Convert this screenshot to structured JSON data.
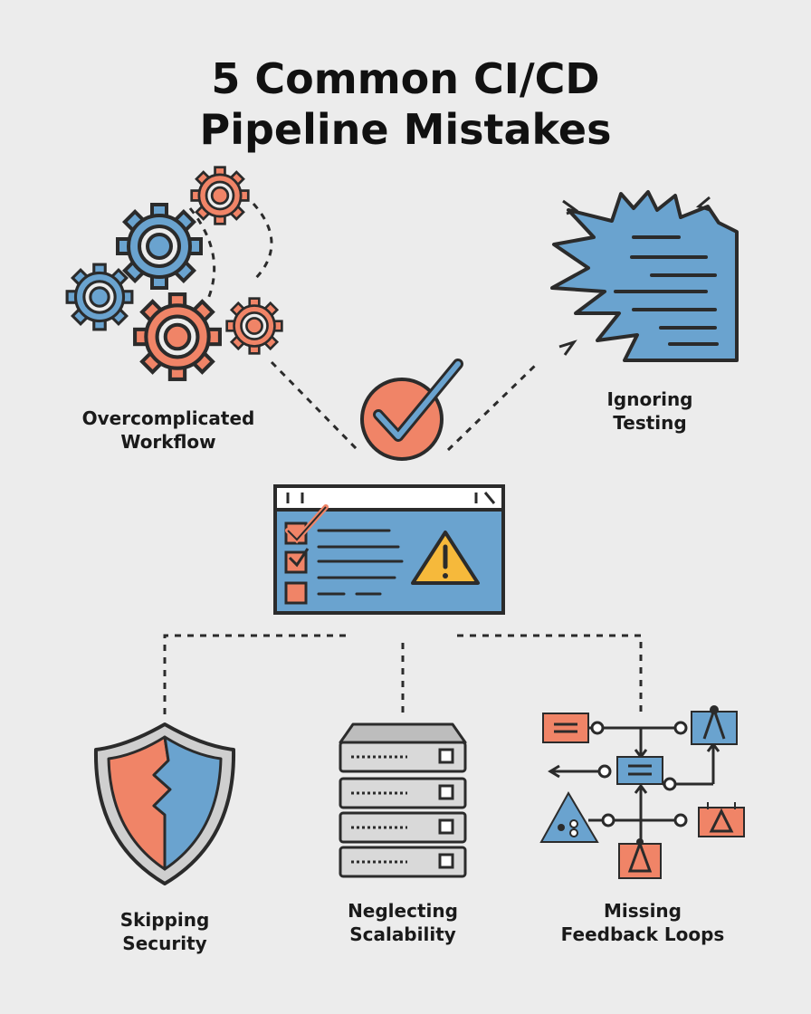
{
  "title": {
    "line1": "5 Common CI/CD",
    "line2": "Pipeline Mistakes"
  },
  "mistakes": [
    {
      "line1": "Overcomplicated",
      "line2": "Workflow",
      "icon": "gears-icon"
    },
    {
      "line1": "Ignoring",
      "line2": "Testing",
      "icon": "torn-document-icon"
    },
    {
      "line1": "Skipping",
      "line2": "Security",
      "icon": "cracked-shield-icon"
    },
    {
      "line1": "Neglecting",
      "line2": "Scalability",
      "icon": "server-stack-icon"
    },
    {
      "line1": "Missing",
      "line2": "Feedback Loops",
      "icon": "feedback-flow-icon"
    }
  ],
  "center": {
    "icon": "pipeline-window-warning-icon",
    "check_icon": "checkmark-icon"
  },
  "colors": {
    "orange": "#f08467",
    "blue": "#6aa3cf",
    "yellow": "#f6b93b",
    "dark": "#2b2b2b",
    "background": "#ececec"
  }
}
